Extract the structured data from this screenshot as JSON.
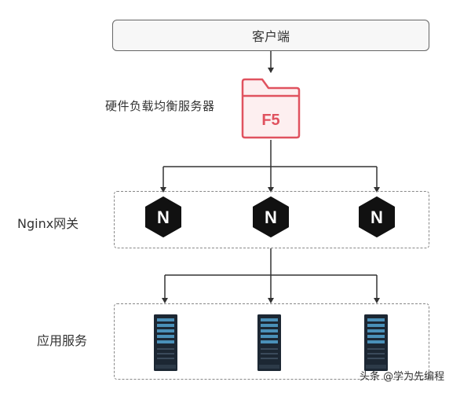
{
  "client": {
    "label": "客户端"
  },
  "load_balancer": {
    "label": "硬件负载均衡服务器",
    "icon_text": "F5",
    "accent": "#e0525f"
  },
  "gateway": {
    "label": "Nginx网关",
    "node_letter": "N",
    "node_count": 3
  },
  "services": {
    "label": "应用服务",
    "server_count": 3
  },
  "watermark": {
    "text": "头条 @学为先编程"
  },
  "colors": {
    "line": "#333333",
    "border": "#888888",
    "node": "#111111",
    "server_screen": "#4a90b8"
  }
}
